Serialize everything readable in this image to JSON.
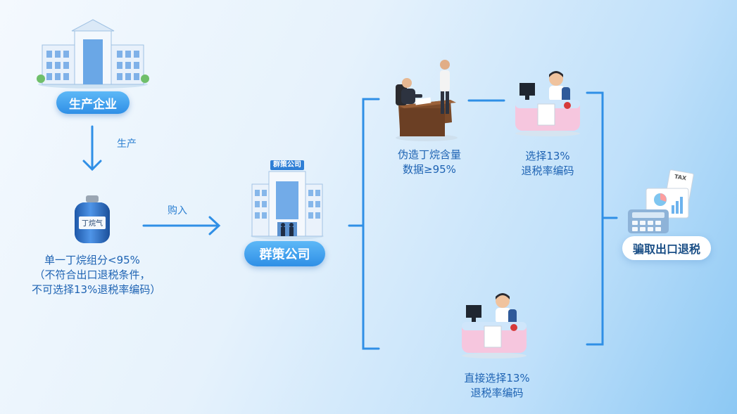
{
  "nodes": {
    "producer": "生产企业",
    "qunce": "群策公司",
    "qunce_sign": "群策公司",
    "can_label": "丁烷气",
    "fraud": "骗取出口退税"
  },
  "edges": {
    "produce": "生产",
    "purchase": "购入"
  },
  "texts": {
    "butane_line1": "单一丁烷组分<95%",
    "butane_line2": "（不符合出口退税条件，",
    "butane_line3": "不可选择13%退税率编码）",
    "forge_line1": "伪造丁烷含量",
    "forge_line2": "数据≥95%",
    "select_line1": "选择13%",
    "select_line2": "退税率编码",
    "direct_line1": "直接选择13%",
    "direct_line2": "退税率编码",
    "tax_doc": "TAX"
  }
}
